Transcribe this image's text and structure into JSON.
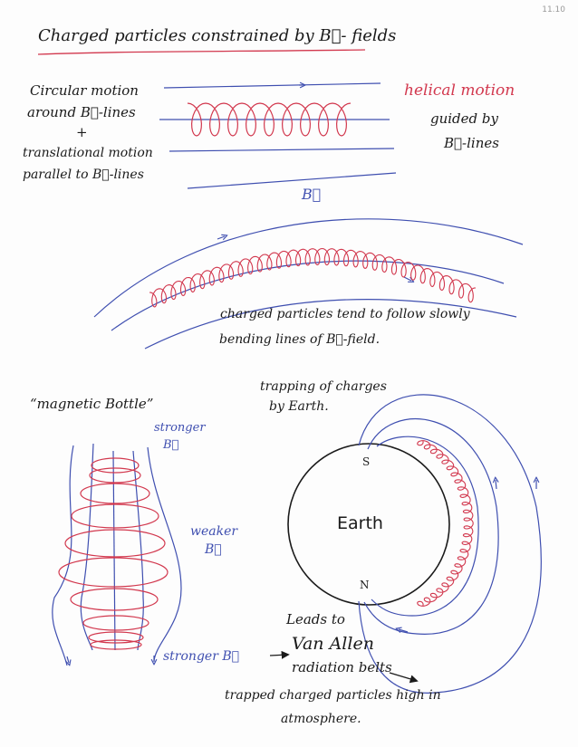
{
  "page_number": "11.10",
  "title": "Charged particles constrained by B⃗- fields",
  "helical": {
    "circular_line1": "Circular motion",
    "circular_line2": "around B⃗-lines",
    "plus": "+",
    "translational_line1": "translational motion",
    "translational_line2": "parallel to B⃗-lines",
    "helical_motion": "helical motion",
    "guided_line1": "guided by",
    "guided_line2": "B⃗-lines",
    "field_label": "B⃗"
  },
  "bending": {
    "line1": "charged particles tend to follow slowly",
    "line2": "bending lines of B⃗-field."
  },
  "bottle": {
    "title": "“magnetic Bottle”",
    "stronger_top_line1": "stronger",
    "stronger_top_line2": "B⃗",
    "weaker_line1": "weaker",
    "weaker_line2": "B⃗",
    "stronger_bottom": "stronger B⃗"
  },
  "earth": {
    "trapping_line1": "trapping of charges",
    "trapping_line2": "by Earth.",
    "label": "Earth",
    "south": "S",
    "north": "N",
    "leads_to": "Leads to",
    "van_allen": "Van Allen",
    "radiation_belts": "radiation belts",
    "trapped_line1": "trapped charged particles high in",
    "trapped_line2": "atmosphere."
  },
  "colors": {
    "ink": "#1a1a1a",
    "field_blue": "#3f4fb0",
    "particle_red": "#d2384e"
  }
}
